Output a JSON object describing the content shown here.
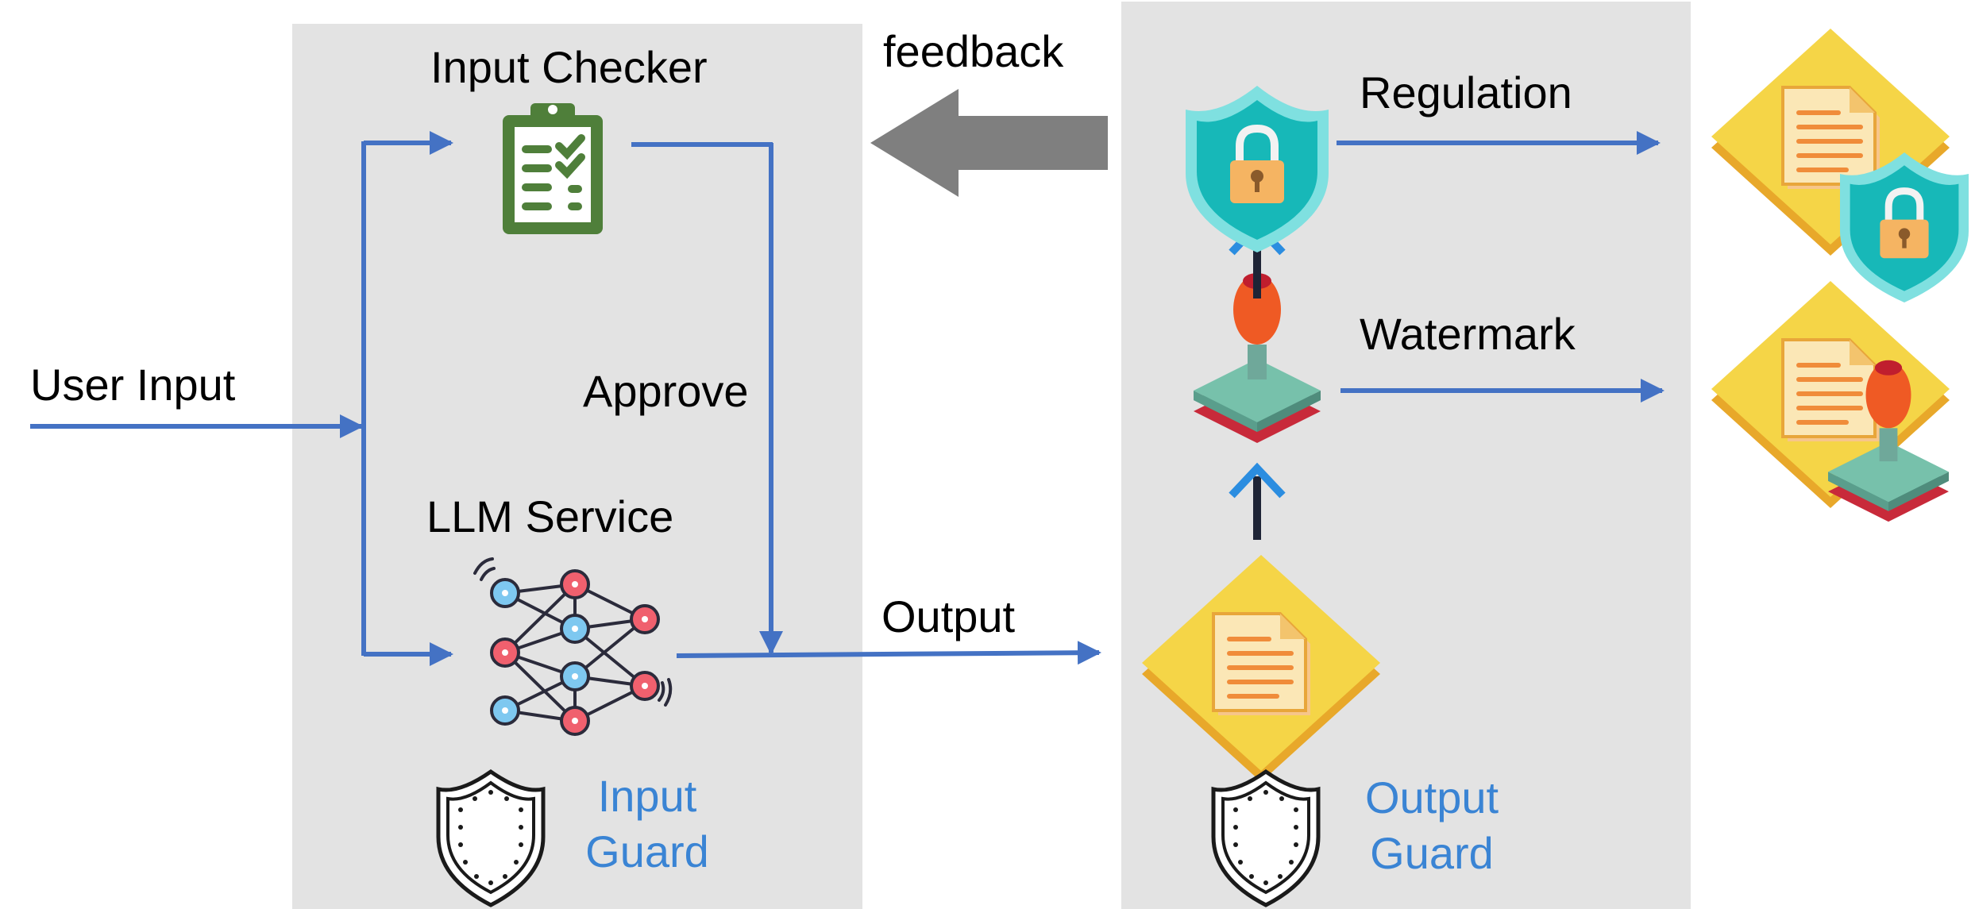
{
  "panels": {
    "input_guard": {
      "label_line1": "Input",
      "label_line2": "Guard"
    },
    "output_guard": {
      "label_line1": "Output",
      "label_line2": "Guard"
    }
  },
  "labels": {
    "user_input": "User Input",
    "input_checker": "Input Checker",
    "approve": "Approve",
    "llm_service": "LLM Service",
    "output": "Output",
    "feedback": "feedback",
    "regulation": "Regulation",
    "watermark": "Watermark"
  },
  "colors": {
    "panel": "#e3e3e3",
    "arrow": "#4472c4",
    "feedback_arrow": "#7f7f7f",
    "guard_text": "#3a84d4",
    "doc_diamond": "#f5d547",
    "shield_teal": "#26c6c6",
    "checker_green": "#4f7f3a",
    "stamp_red": "#ef5a24"
  },
  "icons": [
    "clipboard-check-icon",
    "neural-network-icon",
    "shield-outline-icon",
    "shield-lock-icon",
    "stamp-icon",
    "document-icon"
  ]
}
